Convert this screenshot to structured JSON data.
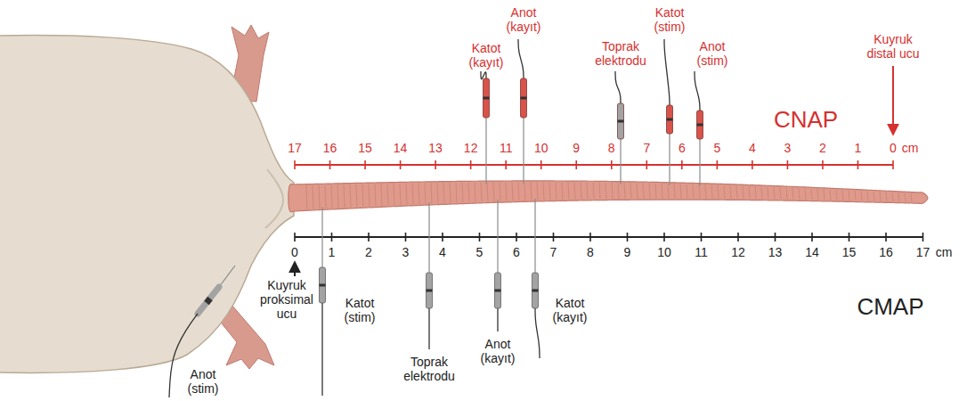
{
  "diagram": {
    "labels": [
      "Katot (kayıt)",
      "Anot (kayıt)",
      "Toprak elektrodu",
      "Katot (stim)",
      "Anot (stim)",
      "Kuyruk distal ucu",
      "CNAP",
      "17",
      "16",
      "15",
      "14",
      "13",
      "12",
      "11",
      "10",
      "9",
      "8",
      "7",
      "6",
      "5",
      "4",
      "3",
      "2",
      "1",
      "0",
      "cm",
      "0",
      "1",
      "2",
      "3",
      "4",
      "5",
      "6",
      "7",
      "8",
      "9",
      "10",
      "11",
      "12",
      "13",
      "14",
      "15",
      "16",
      "17",
      "cm",
      "Kuyruk proksimal ucu",
      "Katot (stim)",
      "Toprak elektrodu",
      "Anot (kayıt)",
      "Katot (kayıt)",
      "CMAP",
      "Anot (stim)"
    ]
  }
}
